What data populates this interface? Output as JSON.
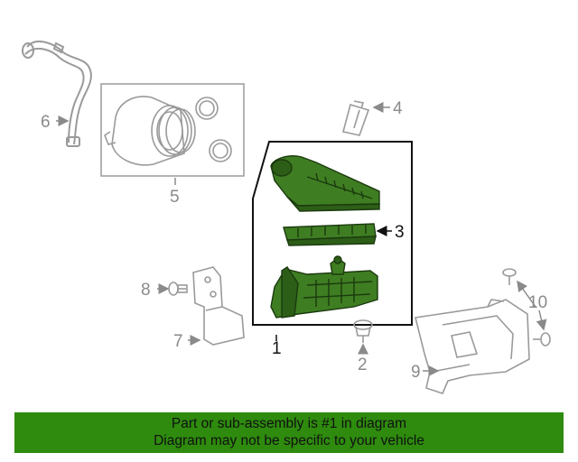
{
  "callouts": {
    "c1": "1",
    "c2": "2",
    "c3": "3",
    "c4": "4",
    "c5": "5",
    "c6": "6",
    "c7": "7",
    "c8": "8",
    "c9": "9",
    "c10": "10"
  },
  "banner": {
    "line1": "Part or sub-assembly is #1 in diagram",
    "line2": "Diagram may not be specific to your vehicle"
  },
  "colors": {
    "highlight_fill": "#3f7d22",
    "outline": "#1b3a0f",
    "gray_part": "#9a9a9a",
    "banner_bg": "#2e8b0e"
  }
}
